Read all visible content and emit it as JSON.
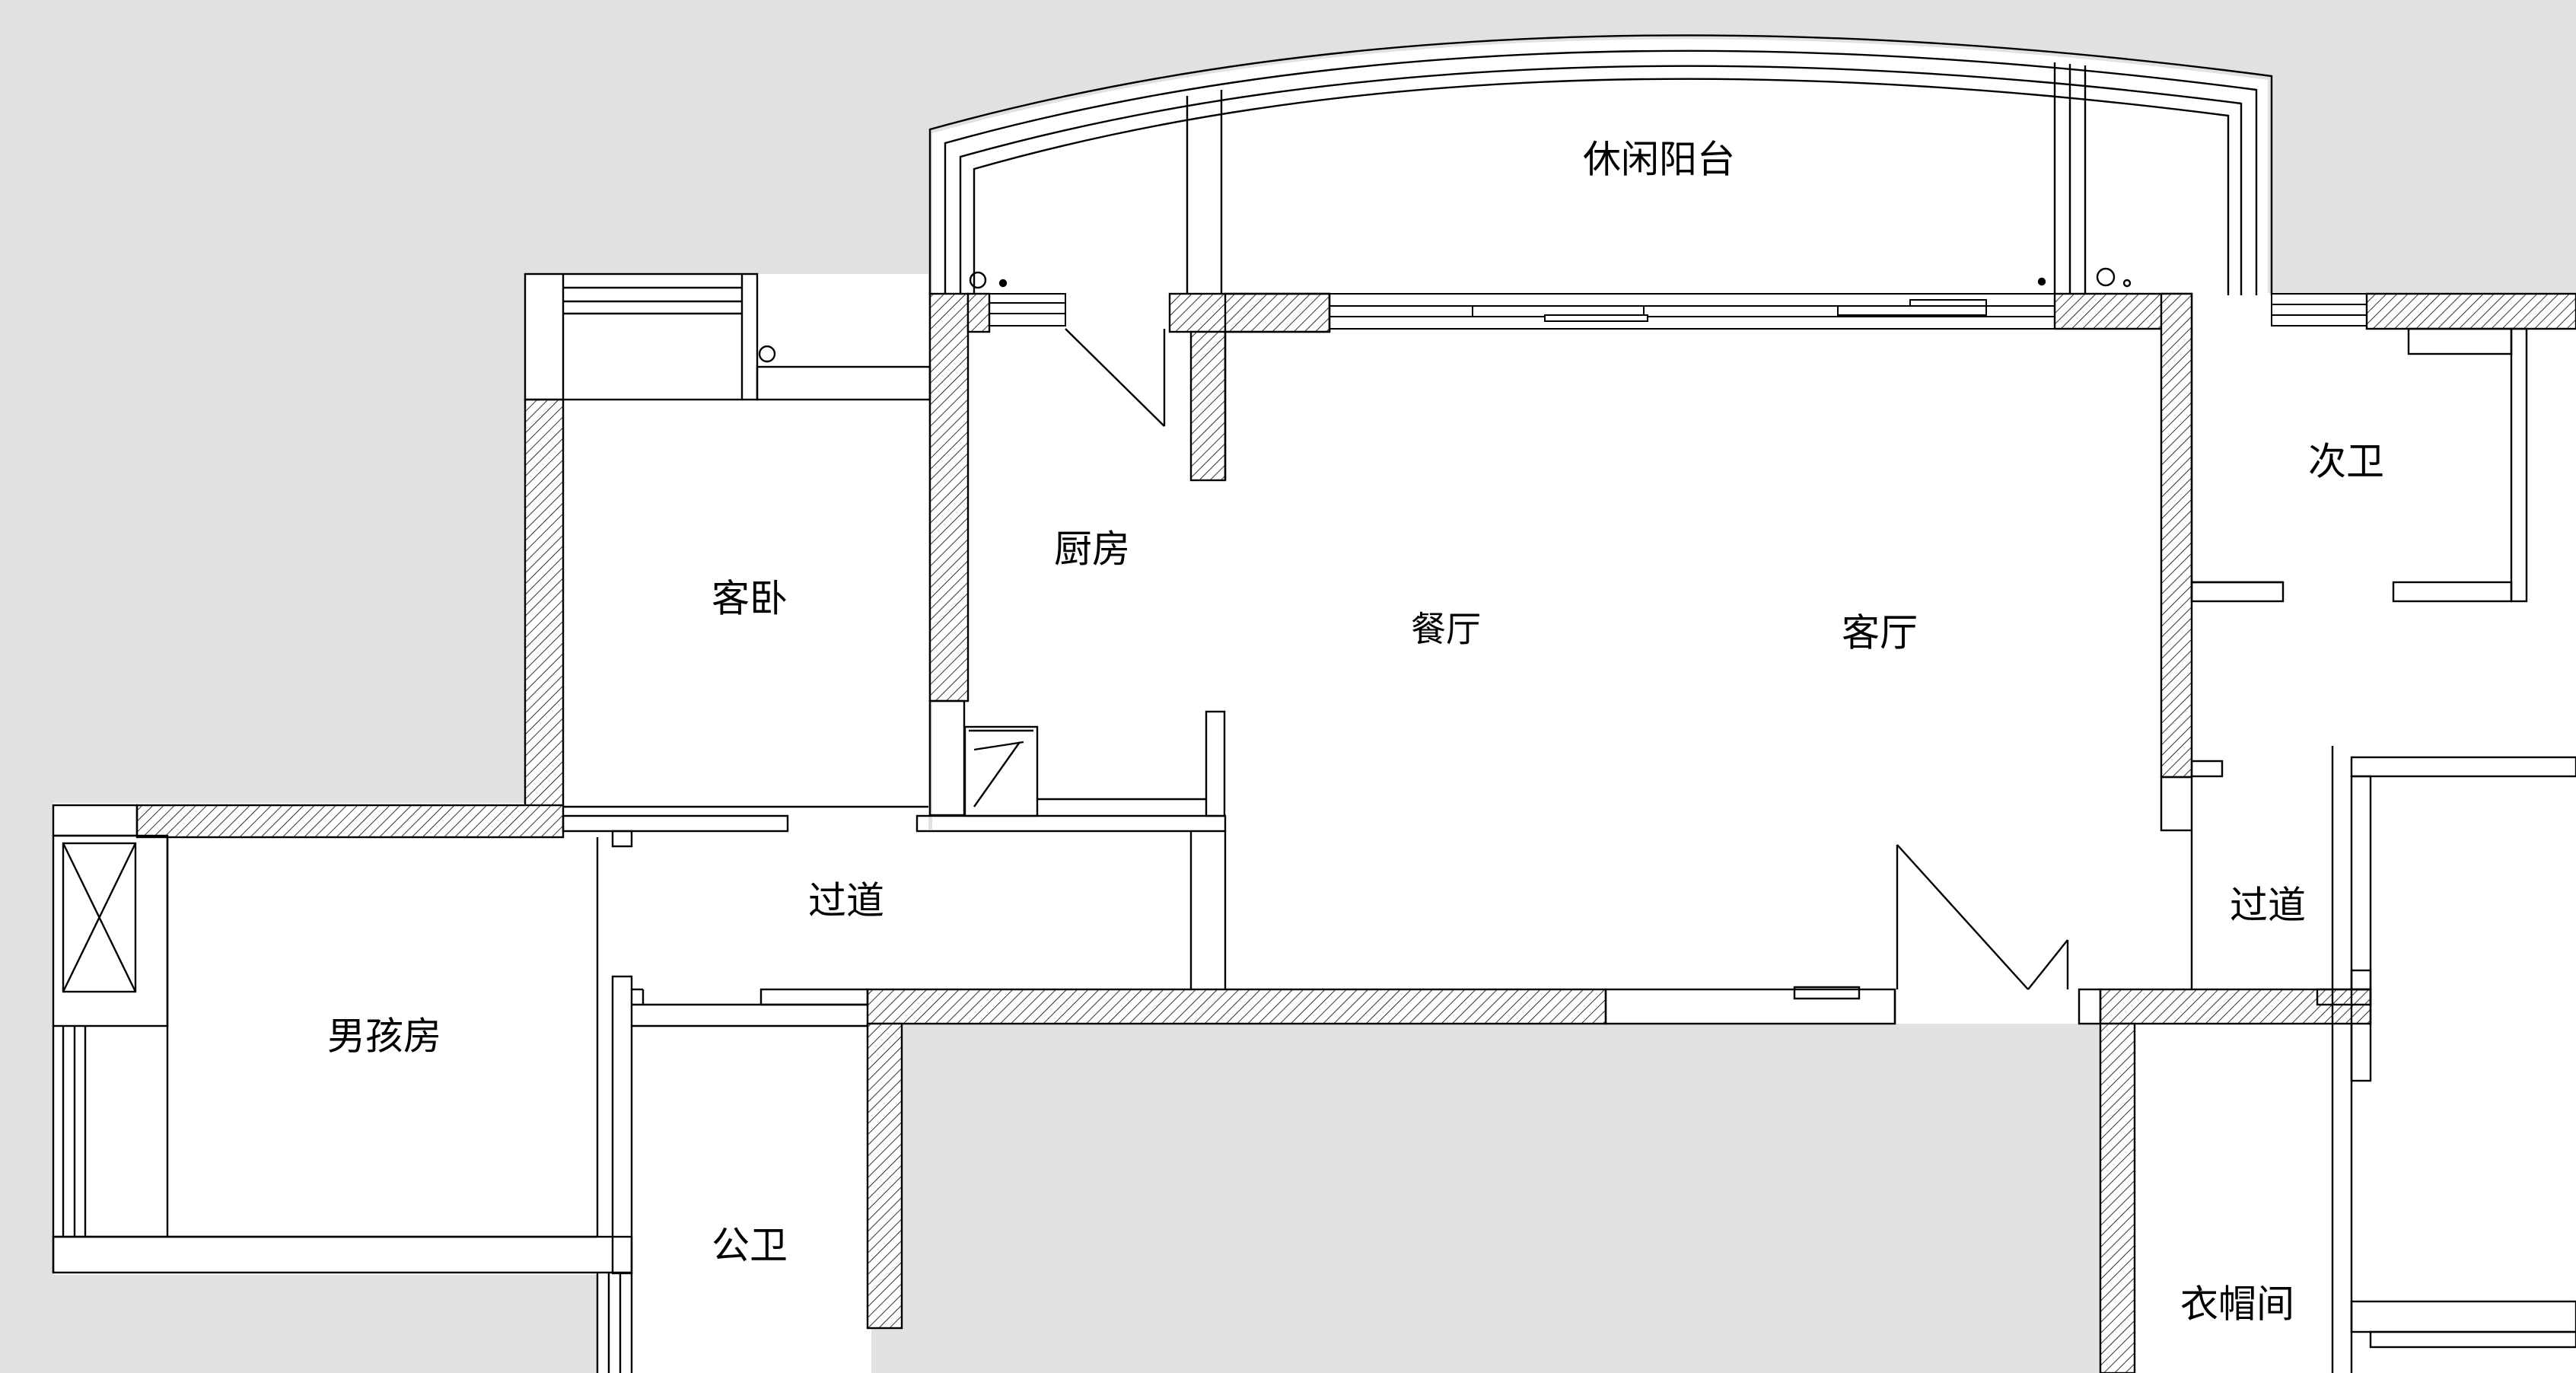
{
  "colors": {
    "background": "#e2e1e2",
    "floor": "#ffffff",
    "wall_hatch": "#000000",
    "line": "#000000"
  },
  "rooms": {
    "leisure_balcony": "休闲阳台",
    "guest_bedroom": "客卧",
    "kitchen": "厨房",
    "dining_room": "餐厅",
    "living_room": "客厅",
    "secondary_bathroom": "次卫",
    "hallway_left": "过道",
    "hallway_right": "过道",
    "boys_room": "男孩房",
    "public_bathroom": "公卫",
    "cloakroom": "衣帽间"
  }
}
